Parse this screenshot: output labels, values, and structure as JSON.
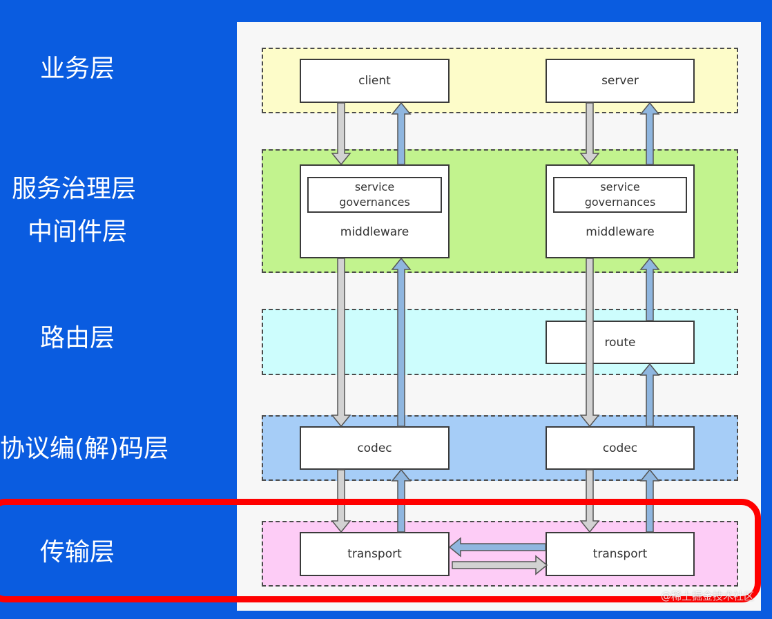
{
  "layers": [
    {
      "label": "业务层",
      "color": "#fdfcc9"
    },
    {
      "label": "服务治理层",
      "label2": "中间件层",
      "color": "#c2f38e"
    },
    {
      "label": "路由层",
      "color": "#cdfdfd"
    },
    {
      "label": "协议编(解)码层",
      "color": "#a6cdf7"
    },
    {
      "label": "传输层",
      "color": "#fdccf6"
    }
  ],
  "nodes": {
    "client": "client",
    "server": "server",
    "sg_left_line1": "service",
    "sg_left_line2": "governances",
    "mw_left": "middleware",
    "sg_right_line1": "service",
    "sg_right_line2": "governances",
    "mw_right": "middleware",
    "route": "route",
    "codec_left": "codec",
    "codec_right": "codec",
    "transport_left": "transport",
    "transport_right": "transport"
  },
  "colors": {
    "down_arrow": "#d2d2d2",
    "up_arrow": "#8fb6df",
    "highlight": "#ff0000"
  },
  "watermark": "@稀土掘金技术社区"
}
